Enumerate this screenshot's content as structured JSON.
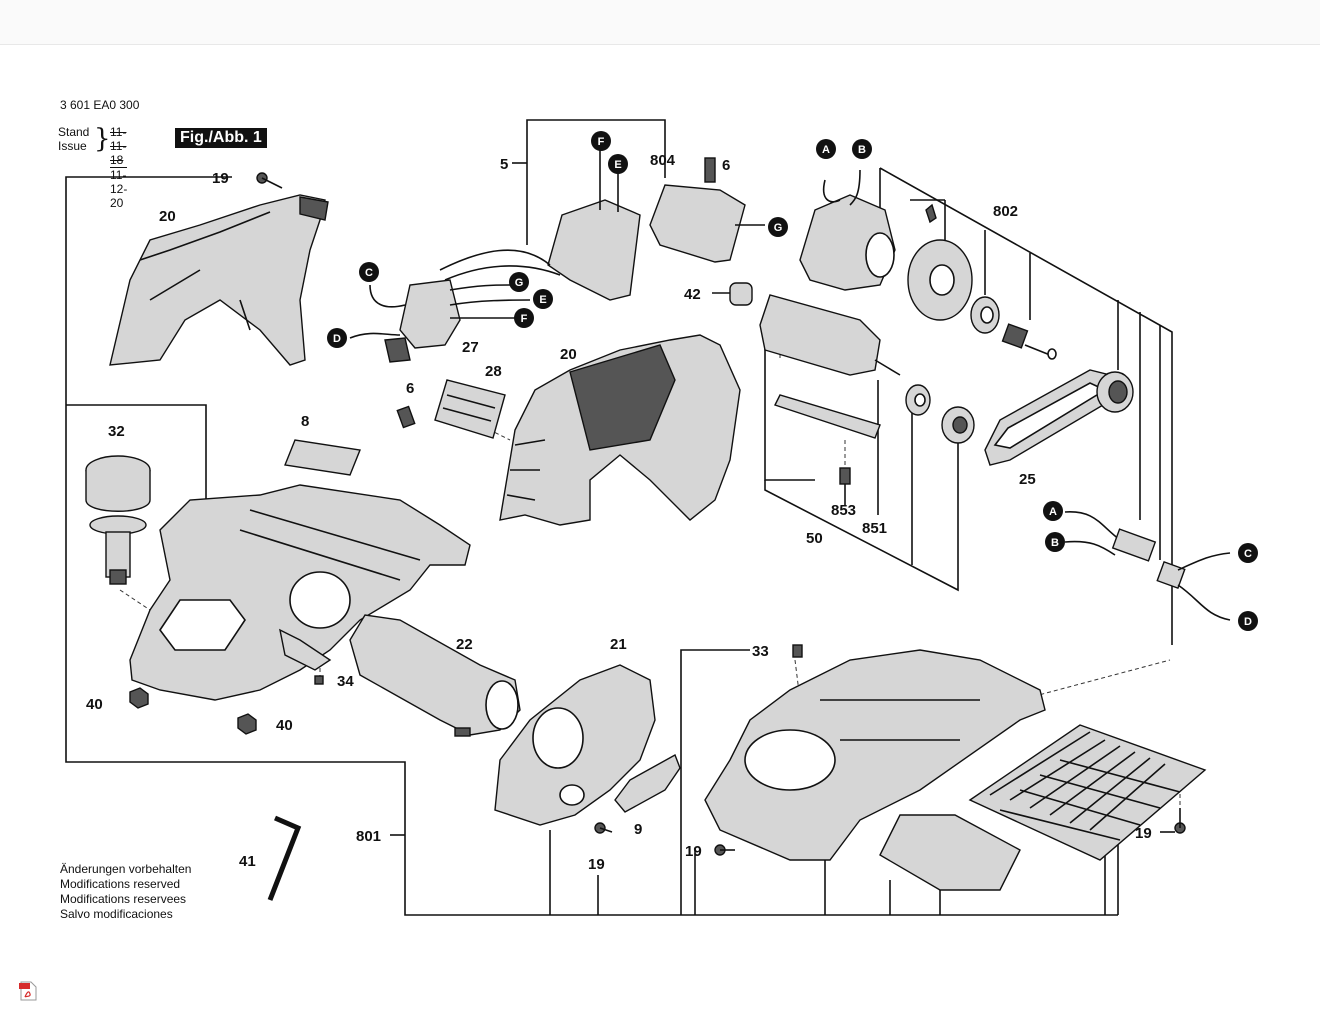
{
  "header": {
    "doc_number": "3 601 EA0 300",
    "stand_label": "Stand",
    "issue_label": "Issue",
    "date_old": "11-11-18",
    "date_new": "11-12-20",
    "figure_label": "Fig./Abb. 1"
  },
  "notes": [
    "Änderungen vorbehalten",
    "Modifications reserved",
    "Modifications reservees",
    "Salvo modificaciones"
  ],
  "parts": {
    "p5": "5",
    "p6a": "6",
    "p6b": "6",
    "p8": "8",
    "p9": "9",
    "p19a": "19",
    "p19b": "19",
    "p19c": "19",
    "p19d": "19",
    "p20a": "20",
    "p20b": "20",
    "p21": "21",
    "p22": "22",
    "p25": "25",
    "p27": "27",
    "p28": "28",
    "p32": "32",
    "p33": "33",
    "p34": "34",
    "p40a": "40",
    "p40b": "40",
    "p41": "41",
    "p42": "42",
    "p50": "50",
    "p801": "801",
    "p802": "802",
    "p804": "804",
    "p851": "851",
    "p853": "853"
  },
  "markers": {
    "F1": "F",
    "E1": "E",
    "G1": "G",
    "A1": "A",
    "B1": "B",
    "C1": "C",
    "D1": "D",
    "G2": "G",
    "E2": "E",
    "F2": "F",
    "A2": "A",
    "B2": "B",
    "C2": "C",
    "D2": "D"
  },
  "pdf_icon": "pdf-icon"
}
